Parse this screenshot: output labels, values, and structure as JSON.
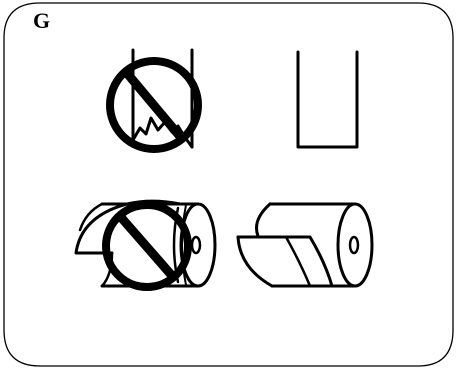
{
  "panel": {
    "label": "G"
  },
  "figures": [
    {
      "id": "edge-torn-incorrect",
      "marker": "prohibition-icon"
    },
    {
      "id": "edge-straight-correct",
      "marker": "none"
    },
    {
      "id": "roll-wrong-orientation",
      "marker": "prohibition-icon"
    },
    {
      "id": "roll-correct-orientation",
      "marker": "none"
    }
  ],
  "colors": {
    "ink": "#000000",
    "background": "#ffffff"
  }
}
